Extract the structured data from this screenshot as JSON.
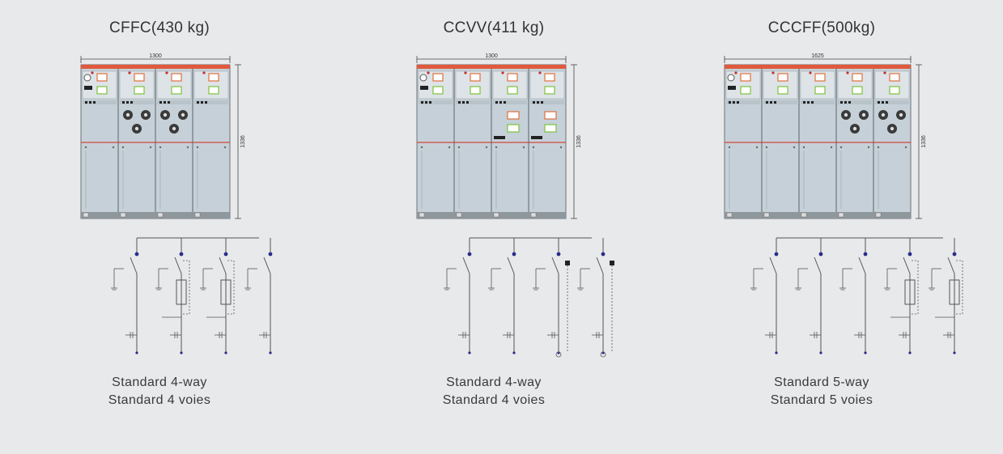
{
  "units": [
    {
      "title": "CFFC(430 kg)",
      "width_label": "1300",
      "height_label": "1336",
      "caption_en": "Standard 4-way",
      "caption_fr": "Standard 4 voies",
      "bays": [
        "C",
        "F",
        "F",
        "C"
      ]
    },
    {
      "title": "CCVV(411 kg)",
      "width_label": "1300",
      "height_label": "1336",
      "caption_en": "Standard 4-way",
      "caption_fr": "Standard 4 voies",
      "bays": [
        "C",
        "C",
        "V",
        "V"
      ]
    },
    {
      "title": "CCCFF(500kg)",
      "width_label": "1625",
      "height_label": "1336",
      "caption_en": "Standard 5-way",
      "caption_fr": "Standard 5 voies",
      "bays": [
        "C",
        "C",
        "C",
        "F",
        "F"
      ]
    }
  ],
  "colors": {
    "background": "#e8e9eb",
    "panel": "#c5d0d8",
    "red_line": "#d24a3a",
    "busbar": "#555555",
    "node": "#2b2b8a"
  }
}
